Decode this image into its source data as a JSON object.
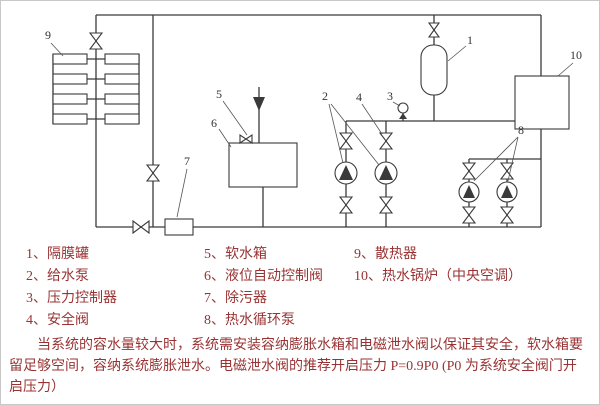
{
  "diagram": {
    "numbers": {
      "1": "1",
      "2": "2",
      "3": "3",
      "4": "4",
      "5": "5",
      "6": "6",
      "7": "7",
      "8": "8",
      "9": "9",
      "10": "10"
    }
  },
  "legend": {
    "items": [
      "1、隔膜罐",
      "2、给水泵",
      "3、压力控制器",
      "4、安全阀",
      "5、软水箱",
      "6、液位自动控制阀",
      "7、除污器",
      "8、热水循环泵",
      "9、散热器",
      "10、热水锅炉（中央空调）"
    ]
  },
  "paragraph": {
    "lines": [
      "当系统的容水量较大时，系统需安装容纳膨胀水箱和电磁泄水阀以保证其安全，软水箱要",
      "留足够空间，容纳系统膨胀泄水。电磁泄水阀的推荐开启压力 P=0.9P0 (P0 为系统安全阀门开",
      "启压力）"
    ]
  },
  "colors": {
    "text": "#993333",
    "diagram_lines": "#3a3a3a",
    "background": "#ffffff",
    "border": "#c8c8c8"
  }
}
